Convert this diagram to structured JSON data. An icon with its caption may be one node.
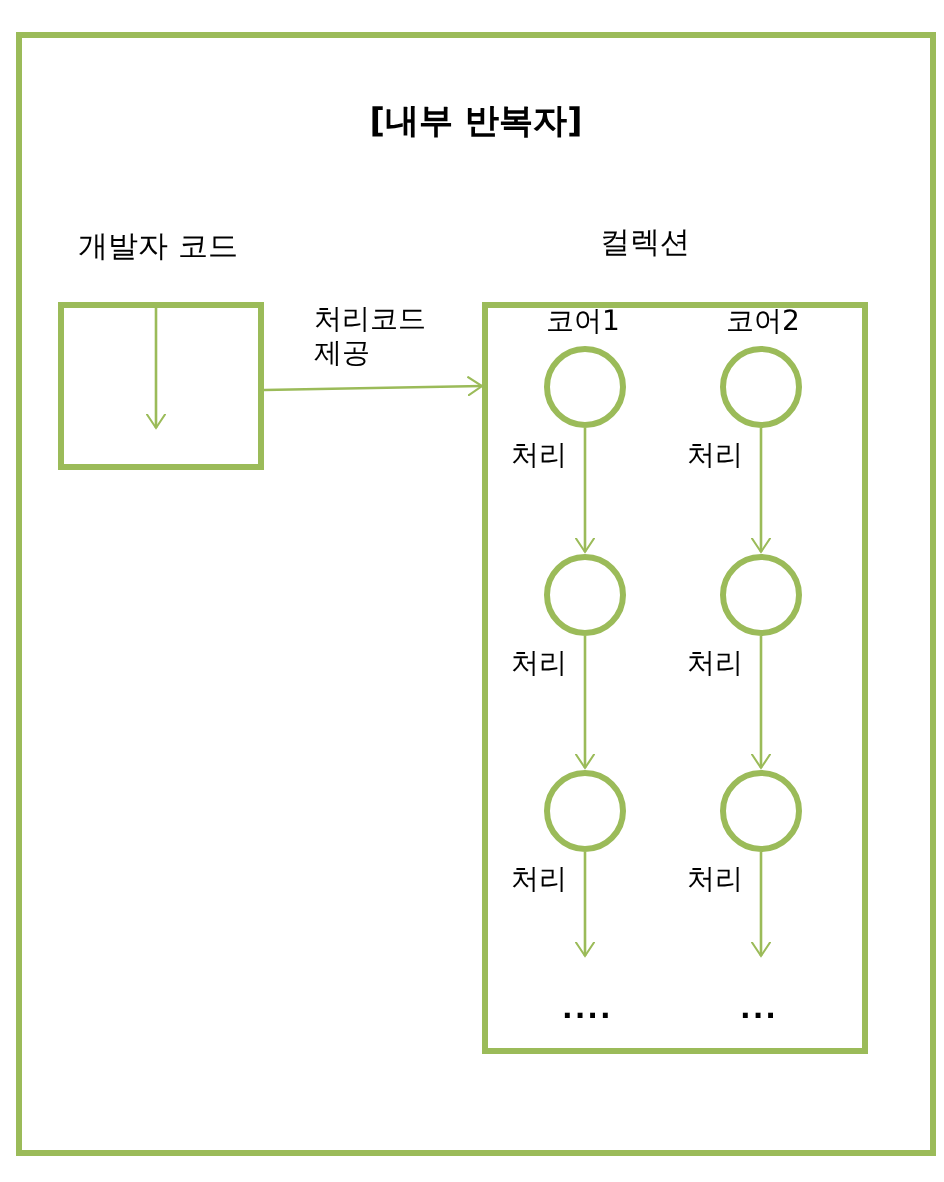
{
  "diagram": {
    "nodes": [
      {
        "text": [
          "[내부 반복자]"
        ]
      },
      {
        "text": [
          "개발자 코드"
        ],
        "in": 0
      },
      {
        "text": [
          "컬렉션"
        ],
        "in": 0
      },
      {
        "text": [],
        "shape": "circle",
        "in": 2,
        "beside": [
          "코어1"
        ]
      },
      {
        "text": [],
        "shape": "circle",
        "in": 2,
        "beside": [
          "코어2"
        ]
      },
      {
        "text": [],
        "shape": "circle",
        "in": 2
      },
      {
        "text": [],
        "shape": "circle",
        "in": 2
      },
      {
        "text": [],
        "shape": "circle",
        "in": 2
      },
      {
        "text": [],
        "shape": "circle",
        "in": 2
      }
    ],
    "edges": [
      {
        "from": 1,
        "to": 2,
        "arrow": "to",
        "label": "처리코드 제공"
      },
      {
        "from": 3,
        "to": 5,
        "arrow": "to",
        "label": "처리"
      },
      {
        "from": 4,
        "to": 6,
        "arrow": "to",
        "label": "처리"
      },
      {
        "from": 5,
        "to": 7,
        "arrow": "to",
        "label": "처리"
      },
      {
        "from": 6,
        "to": 8,
        "arrow": "to",
        "label": "처리"
      },
      {
        "from": 7,
        "to": null,
        "arrow": "to",
        "label": "처리"
      },
      {
        "from": 8,
        "to": null,
        "arrow": "to",
        "label": "처리"
      }
    ],
    "labels": [
      "....",
      "..."
    ]
  }
}
